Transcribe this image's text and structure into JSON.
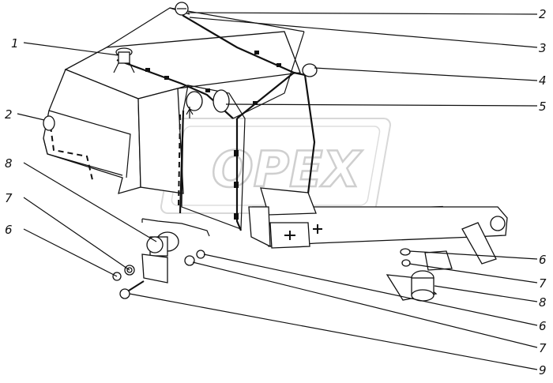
{
  "watermark": {
    "text": "OPEX"
  },
  "callouts": {
    "top_right_2": "2",
    "right_3": "3",
    "right_4": "4",
    "right_5": "5",
    "left_1": "1",
    "left_2": "2",
    "left_8": "8",
    "left_7": "7",
    "left_6": "6",
    "right_6a": "6",
    "right_7a": "7",
    "right_8": "8",
    "right_6b": "6",
    "right_7b": "7",
    "right_9": "9"
  },
  "colors": {
    "line": "#111111",
    "watermark": "#cfcfcf",
    "background": "#ffffff"
  }
}
